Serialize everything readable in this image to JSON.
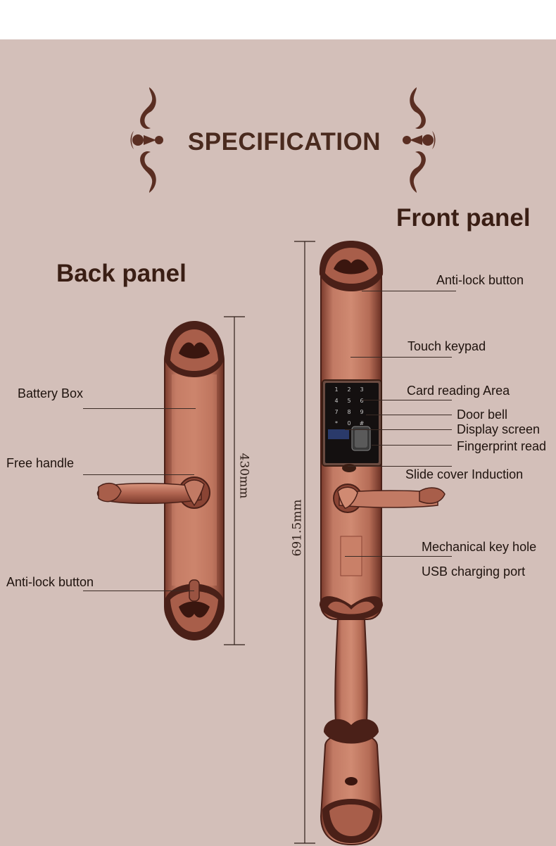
{
  "header": {
    "title": "SPECIFICATION"
  },
  "back_panel": {
    "title": "Back panel",
    "height_label": "430mm",
    "callouts": {
      "battery_box": "Battery Box",
      "free_handle": "Free handle",
      "anti_lock": "Anti-lock button"
    }
  },
  "front_panel": {
    "title": "Front panel",
    "height_label": "691.5mm",
    "callouts": {
      "anti_lock": "Anti-lock button",
      "touch_keypad": "Touch keypad",
      "card_reading": "Card reading Area",
      "door_bell": "Door bell",
      "display_screen": "Display screen",
      "fingerprint": "Fingerprint read",
      "slide_cover": "Slide cover Induction",
      "key_hole": "Mechanical key hole",
      "usb_port": "USB charging port"
    },
    "keypad_keys": [
      "1",
      "2",
      "3",
      "4",
      "5",
      "6",
      "7",
      "8",
      "9",
      "*",
      "0",
      "#"
    ]
  },
  "colors": {
    "background": "#d3bfb9",
    "copper": "#b86a55",
    "copper_dark": "#5a2a1e",
    "title_text": "#4a2a1e"
  }
}
